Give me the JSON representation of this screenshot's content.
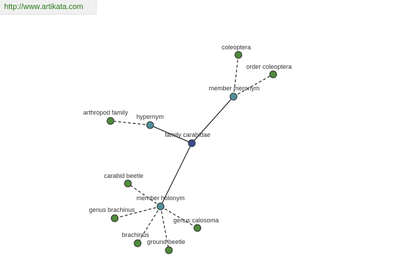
{
  "header": {
    "url": "http://www.artikata.com"
  },
  "colors": {
    "center": "#3c4b8c",
    "relation": "#4f8f9a",
    "leaf": "#4f8b3b",
    "edge": "#000000",
    "link": "#2a7a18"
  },
  "graph": {
    "nodes": [
      {
        "id": "center",
        "label": "family carabidae",
        "kind": "center"
      },
      {
        "id": "meronym",
        "label": "member meronym",
        "kind": "relation"
      },
      {
        "id": "hypernym",
        "label": "hypernym",
        "kind": "relation"
      },
      {
        "id": "holonym",
        "label": "member holonym",
        "kind": "relation"
      },
      {
        "id": "coleoptera",
        "label": "coleoptera",
        "kind": "leaf"
      },
      {
        "id": "order-coleoptera",
        "label": "order coleoptera",
        "kind": "leaf"
      },
      {
        "id": "arthropod-family",
        "label": "arthropod family",
        "kind": "leaf"
      },
      {
        "id": "carabid-beetle",
        "label": "carabid beetle",
        "kind": "leaf"
      },
      {
        "id": "genus-brachinus",
        "label": "genus brachinus",
        "kind": "leaf"
      },
      {
        "id": "brachinus",
        "label": "brachinus",
        "kind": "leaf"
      },
      {
        "id": "ground-beetle",
        "label": "ground beetle",
        "kind": "leaf"
      },
      {
        "id": "genus-calosoma",
        "label": "genus calosoma",
        "kind": "leaf"
      }
    ],
    "edges": [
      {
        "from": "center",
        "to": "meronym",
        "style": "solid"
      },
      {
        "from": "center",
        "to": "hypernym",
        "style": "solid"
      },
      {
        "from": "center",
        "to": "holonym",
        "style": "solid"
      },
      {
        "from": "meronym",
        "to": "coleoptera",
        "style": "dashed"
      },
      {
        "from": "meronym",
        "to": "order-coleoptera",
        "style": "dashed"
      },
      {
        "from": "hypernym",
        "to": "arthropod-family",
        "style": "dashed"
      },
      {
        "from": "holonym",
        "to": "carabid-beetle",
        "style": "dashed"
      },
      {
        "from": "holonym",
        "to": "genus-brachinus",
        "style": "dashed"
      },
      {
        "from": "holonym",
        "to": "brachinus",
        "style": "dashed"
      },
      {
        "from": "holonym",
        "to": "ground-beetle",
        "style": "dashed"
      },
      {
        "from": "holonym",
        "to": "genus-calosoma",
        "style": "dashed"
      }
    ]
  }
}
